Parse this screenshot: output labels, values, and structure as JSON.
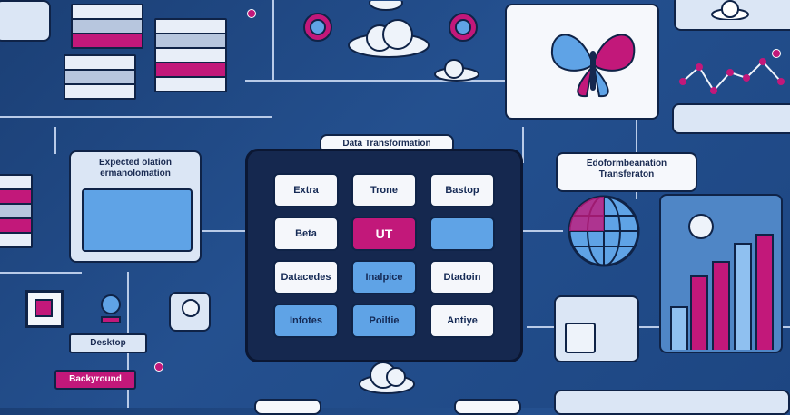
{
  "header": {
    "title": "Data Transformation"
  },
  "left_panel": {
    "title_line1": "Expected olation",
    "title_line2": "ermanolomation"
  },
  "right_panel": {
    "title_line1": "Edoformbeanation",
    "title_line2": "Transferaton"
  },
  "grid": {
    "row1": [
      "Extra",
      "Trone",
      "Bastop"
    ],
    "row2": [
      "Beta",
      "UT",
      ""
    ],
    "row3": [
      "Datacedes",
      "Inalpice",
      "Dtadoin"
    ],
    "row4": [
      "Infotes",
      "Poiltie",
      "Antiye"
    ]
  },
  "bottom_left_tags": {
    "tag1": "Desktop",
    "tag2": "Backyround"
  },
  "colors": {
    "background": "#1f4a86",
    "accent": "#c2187a",
    "node_blue": "#5fa3e6",
    "dark_panel": "#15284f"
  },
  "icons": [
    "server-stack-icon",
    "gear-icon",
    "cloud-icon",
    "butterfly-icon",
    "globe-icon",
    "user-icon",
    "bar-chart-icon",
    "line-chart-icon",
    "light-bulb-icon"
  ]
}
